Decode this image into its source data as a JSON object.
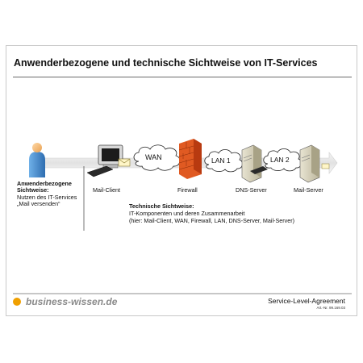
{
  "title": "Anwenderbezogene und technische Sichtweise von IT-Services",
  "user_view": {
    "heading_line1": "Anwenderbezogene",
    "heading_line2": "Sichtweise:",
    "text_line1": "Nutzen des IT-Services",
    "text_line2": "„Mail versenden“"
  },
  "nodes": {
    "mail_client": "Mail-Client",
    "firewall": "Firewall",
    "dns_server": "DNS-Server",
    "mail_server": "Mail-Server"
  },
  "clouds": {
    "wan": "WAN",
    "lan1": "LAN 1",
    "lan2": "LAN 2"
  },
  "tech_view": {
    "heading": "Technische Sichtweise:",
    "line1": "IT-Komponenten und deren Zusammenarbeit",
    "line2": "(hier: Mail-Client, WAN, Firewall, LAN, DNS-Server, Mail-Server)"
  },
  "footer": {
    "logo": "business-wissen.de",
    "right": "Service-Level-Agreement",
    "article": "Art.-Nr. 99.169.03"
  },
  "colors": {
    "accent": "#f0a000",
    "user": "#4a8fd0",
    "firewall": "#d84a1a",
    "server": "#d8d2b8"
  }
}
